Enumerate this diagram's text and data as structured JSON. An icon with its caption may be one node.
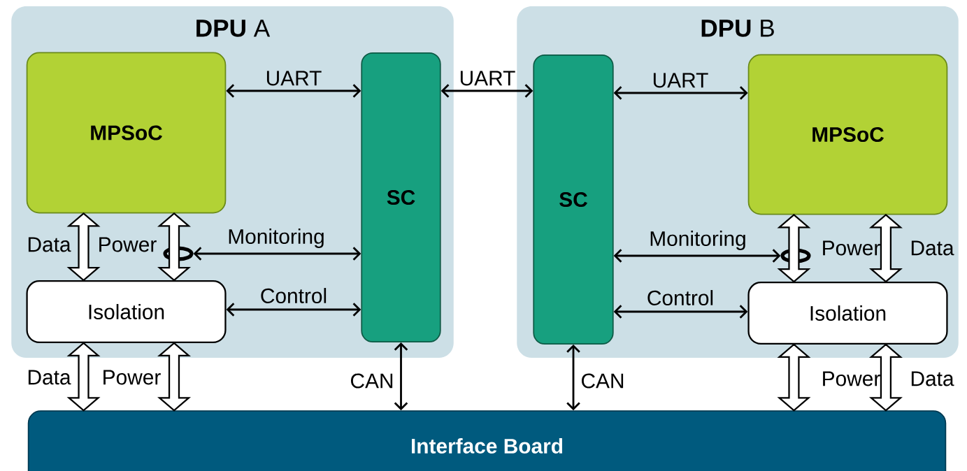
{
  "diagram": {
    "nodes": [
      {
        "text": [
          "**DPU** A"
        ]
      },
      {
        "text": [
          "MPSoC"
        ],
        "in": 0
      },
      {
        "text": [
          "SC"
        ],
        "in": 0
      },
      {
        "text": [
          "Isolation"
        ],
        "in": 0
      },
      {
        "text": [
          "**DPU** B"
        ]
      },
      {
        "text": [
          "SC"
        ],
        "in": 4
      },
      {
        "text": [
          "MPSoC"
        ],
        "in": 4
      },
      {
        "text": [
          "Isolation"
        ],
        "in": 4
      },
      {
        "text": [
          "Interface Board"
        ]
      },
      {
        "text": [],
        "shape": "circle",
        "in": 0
      },
      {
        "text": [],
        "shape": "circle",
        "in": 4
      }
    ],
    "edges": [
      {
        "from": 1,
        "to": 3,
        "arrow": "both",
        "style": "thick",
        "label": "Data"
      },
      {
        "from": 1,
        "to": 3,
        "arrow": "both",
        "style": "thick",
        "label": "Power"
      },
      {
        "from": 1,
        "to": 2,
        "arrow": "both",
        "label": "UART"
      },
      {
        "from": 9,
        "to": 2,
        "arrow": "both",
        "label": "Monitoring"
      },
      {
        "from": 3,
        "to": 2,
        "arrow": "both",
        "label": "Control"
      },
      {
        "from": 3,
        "to": 8,
        "arrow": "both",
        "style": "thick",
        "label": "Data"
      },
      {
        "from": 3,
        "to": 8,
        "arrow": "both",
        "style": "thick",
        "label": "Power"
      },
      {
        "from": 2,
        "to": 5,
        "arrow": "both",
        "label": "UART"
      },
      {
        "from": 2,
        "to": 8,
        "arrow": "both",
        "label": "CAN"
      },
      {
        "from": 5,
        "to": 6,
        "arrow": "both",
        "label": "UART"
      },
      {
        "from": 5,
        "to": 10,
        "arrow": "both",
        "label": "Monitoring"
      },
      {
        "from": 5,
        "to": 7,
        "arrow": "both",
        "label": "Control"
      },
      {
        "from": 6,
        "to": 7,
        "arrow": "both",
        "style": "thick",
        "label": "Power"
      },
      {
        "from": 6,
        "to": 7,
        "arrow": "both",
        "style": "thick",
        "label": "Data"
      },
      {
        "from": 5,
        "to": 8,
        "arrow": "both",
        "label": "CAN"
      },
      {
        "from": 7,
        "to": 8,
        "arrow": "both",
        "style": "thick",
        "label": "Power"
      },
      {
        "from": 7,
        "to": 8,
        "arrow": "both",
        "style": "thick",
        "label": "Data"
      }
    ]
  }
}
